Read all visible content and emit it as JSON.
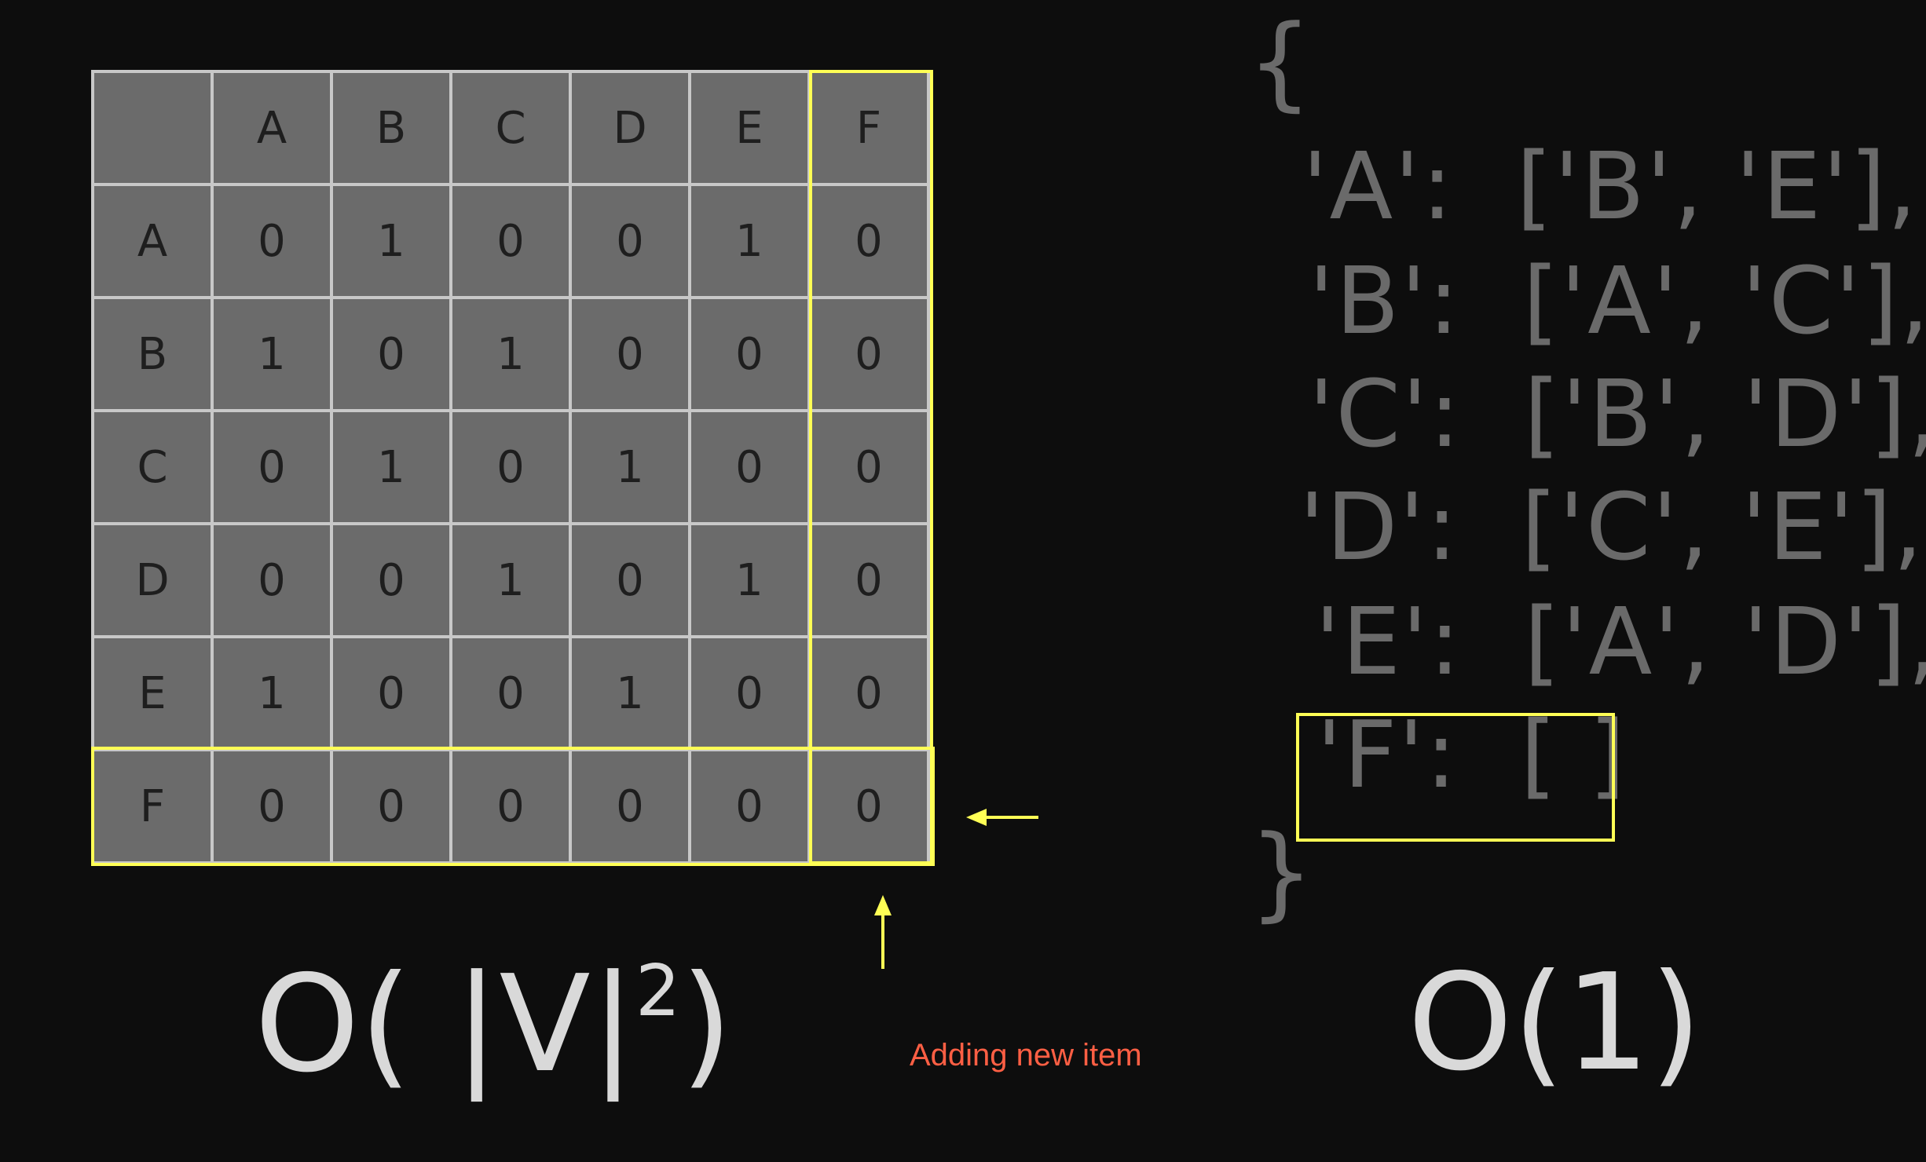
{
  "matrix": {
    "columns": [
      "",
      "A",
      "B",
      "C",
      "D",
      "E",
      "F"
    ],
    "rows": [
      {
        "label": "A",
        "values": [
          "0",
          "1",
          "0",
          "0",
          "1",
          "0"
        ]
      },
      {
        "label": "B",
        "values": [
          "1",
          "0",
          "1",
          "0",
          "0",
          "0"
        ]
      },
      {
        "label": "C",
        "values": [
          "0",
          "1",
          "0",
          "1",
          "0",
          "0"
        ]
      },
      {
        "label": "D",
        "values": [
          "0",
          "0",
          "1",
          "0",
          "1",
          "0"
        ]
      },
      {
        "label": "E",
        "values": [
          "1",
          "0",
          "0",
          "1",
          "0",
          "0"
        ]
      },
      {
        "label": "F",
        "values": [
          "0",
          "0",
          "0",
          "0",
          "0",
          "0"
        ]
      }
    ]
  },
  "dict": {
    "open": "{",
    "close": "}",
    "entries": [
      "'A':  ['B', 'E'],",
      "'B':  ['A', 'C'],",
      "'C':  ['B', 'D'],",
      "'D':  ['C', 'E'],",
      "'E':  ['A', 'D'],",
      "'F':  [ ]"
    ]
  },
  "complexity": {
    "matrix_prefix": "O( |V|",
    "matrix_exp": "2",
    "matrix_suffix": ")",
    "list": "O(1)"
  },
  "annotation": "Adding new item",
  "colors": {
    "background": "#0d0d0d",
    "cell_fill": "#6b6b6b",
    "grid_line": "#c8c8c8",
    "highlight": "#ffff55",
    "annotation_text": "#ff5f44",
    "code_text": "#6a6a6a",
    "complexity_text": "#d9d9d9"
  }
}
